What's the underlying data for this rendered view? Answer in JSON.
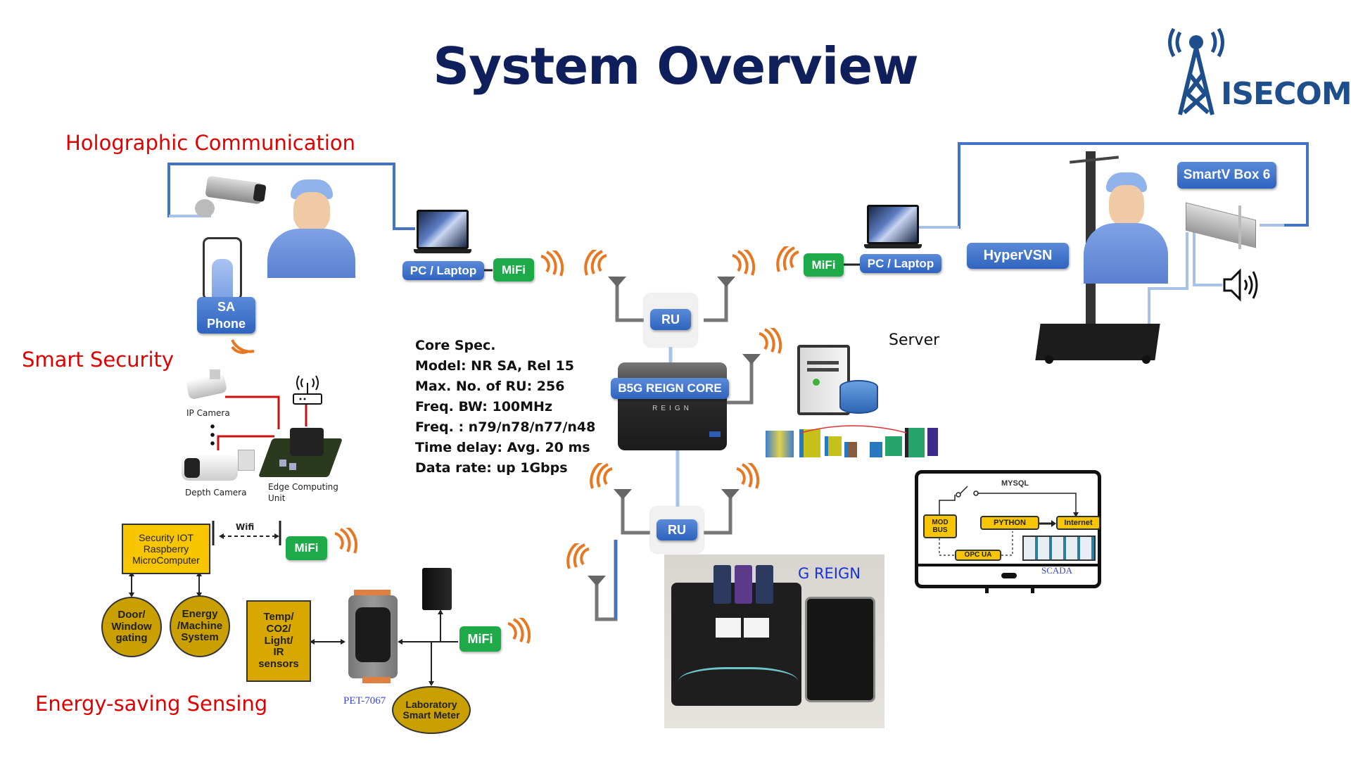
{
  "title": "System Overview",
  "logo": {
    "text": "ISECOM",
    "icon": "radio-tower-icon",
    "color": "#1f4e8c"
  },
  "colors": {
    "title": "#0f1f5c",
    "section": "#e00000",
    "tag_blue": "#3a6fc8",
    "tag_green": "#1faa4a",
    "wifi": "#e87722",
    "link_blue": "#4472c4",
    "link_light": "#a9c3e8",
    "gold": "#d9a800"
  },
  "sections": {
    "holographic": "Holographic Communication",
    "security": "Smart Security",
    "energy": "Energy-saving Sensing"
  },
  "holographic_left": {
    "sa_phone": "SA\nPhone",
    "pc_laptop": "PC / Laptop",
    "mifi": "MiFi"
  },
  "holographic_right": {
    "mifi": "MiFi",
    "pc_laptop": "PC / Laptop",
    "hypervsn": "HyperVSN",
    "smartv_box": "SmartV Box 6",
    "speaker": "speaker-icon"
  },
  "core": {
    "ru_top": "RU",
    "ru_bottom": "RU",
    "core_label": "B5G REIGN CORE",
    "device_brand": "REIGN",
    "g_reign_label": "G REIGN"
  },
  "core_spec": [
    "Core Spec.",
    "Model: NR SA, Rel 15",
    "Max. No. of RU: 256",
    "Freq. BW: 100MHz",
    "Freq. : n79/n78/n77/n48",
    "Time delay: Avg. 20 ms",
    "Data rate: up 1Gbps"
  ],
  "server": {
    "label": "Server"
  },
  "security": {
    "ip_camera": "IP Camera",
    "depth_camera": "Depth Camera",
    "edge_unit": "Edge Computing\nUnit",
    "iot_box": "Security IOT\nRaspberry\nMicroComputer",
    "wifi_label": "Wifi",
    "mifi": "MiFi",
    "door": "Door/\nWindow\ngating",
    "energy": "Energy\n/Machine\nSystem"
  },
  "energy": {
    "sensors": "Temp/\nCO2/\nLight/\nIR\nsensors",
    "pet_label": "PET-7067",
    "mifi": "MiFi",
    "smart_meter": "Laboratory\nSmart Meter"
  },
  "scada": {
    "mysql": "MYSQL",
    "modbus": "MOD\nBUS",
    "python": "PYTHON",
    "internet": "Internet",
    "opcua": "OPC UA",
    "scada": "SCADA"
  }
}
